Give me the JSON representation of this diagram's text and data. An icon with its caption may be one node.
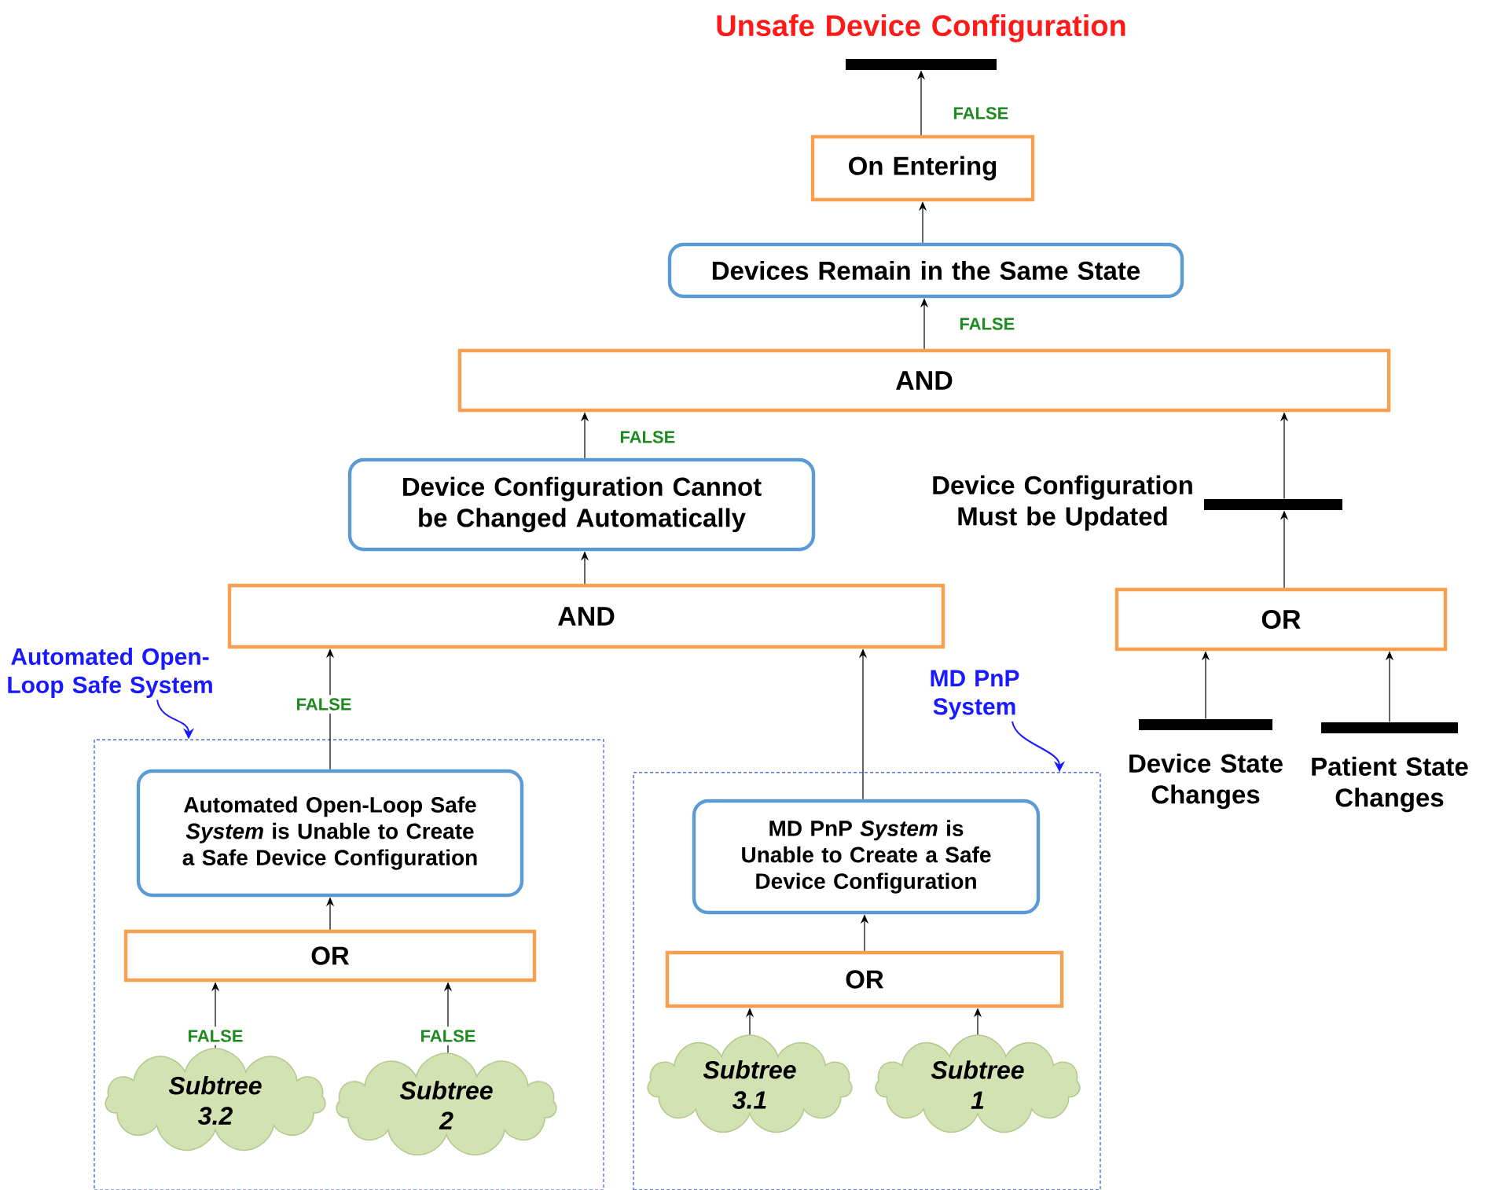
{
  "diagram": {
    "nodes": [
      {
        "text": [
          "Unsafe Device Configuration"
        ]
      },
      {
        "text": [
          "On Entering"
        ]
      },
      {
        "text": [
          "Devices Remain in the Same State"
        ]
      },
      {
        "text": [
          "AND"
        ]
      },
      {
        "text": [
          "Device Configuration Cannot be Changed Automatically"
        ]
      },
      {
        "text": [
          "Device Configuration Must be Updated"
        ]
      },
      {
        "text": [
          "AND"
        ]
      },
      {
        "text": [
          "OR"
        ]
      },
      {
        "text": [],
        "shape": "box"
      },
      {
        "text": [],
        "shape": "box"
      },
      {
        "text": [
          "Device State Changes"
        ]
      },
      {
        "text": [
          "Patient State Changes"
        ]
      },
      {
        "text": [
          "Automated Open-Loop Safe *System* is Unable to Create a Safe Device Configuration"
        ],
        "in": 8
      },
      {
        "text": [
          "OR"
        ],
        "in": 8
      },
      {
        "text": [
          "Subtree 3.2"
        ],
        "in": 8
      },
      {
        "text": [
          "Subtree 2"
        ],
        "in": 8
      },
      {
        "text": [
          "MD PnP *System* is Unable to Create a Safe Device Configuration"
        ],
        "in": 9
      },
      {
        "text": [
          "OR"
        ],
        "in": 9
      },
      {
        "text": [
          "Subtree 3.1"
        ],
        "in": 9
      },
      {
        "text": [
          "Subtree 1"
        ],
        "in": 9
      },
      {
        "text": [
          "Automated Open-Loop Safe System"
        ]
      },
      {
        "text": [
          "MD PnP System"
        ]
      }
    ],
    "edges": [
      {
        "from": 1,
        "to": 0,
        "arrow": "to",
        "label": "FALSE"
      },
      {
        "from": 2,
        "to": 1,
        "arrow": "to"
      },
      {
        "from": 3,
        "to": 2,
        "arrow": "to",
        "label": "FALSE"
      },
      {
        "from": 4,
        "to": 3,
        "arrow": "to",
        "label": "FALSE"
      },
      {
        "from": 5,
        "to": 3,
        "arrow": "to"
      },
      {
        "from": 6,
        "to": 4,
        "arrow": "to"
      },
      {
        "from": 7,
        "to": 5,
        "arrow": "to"
      },
      {
        "from": 10,
        "to": 7,
        "arrow": "to"
      },
      {
        "from": 11,
        "to": 7,
        "arrow": "to"
      },
      {
        "from": 12,
        "to": 6,
        "arrow": "to",
        "label": "FALSE"
      },
      {
        "from": 16,
        "to": 6,
        "arrow": "to"
      },
      {
        "from": 13,
        "to": 12,
        "arrow": "to"
      },
      {
        "from": 14,
        "to": 13,
        "arrow": "to",
        "label": "FALSE"
      },
      {
        "from": 15,
        "to": 13,
        "arrow": "to",
        "label": "FALSE"
      },
      {
        "from": 17,
        "to": 16,
        "arrow": "to"
      },
      {
        "from": 18,
        "to": 17,
        "arrow": "to"
      },
      {
        "from": 19,
        "to": 17,
        "arrow": "to"
      },
      {
        "from": 20,
        "to": 8,
        "arrow": "to",
        "color": "#1a1aff"
      },
      {
        "from": 21,
        "to": 9,
        "arrow": "to",
        "color": "#1a1aff"
      }
    ]
  }
}
